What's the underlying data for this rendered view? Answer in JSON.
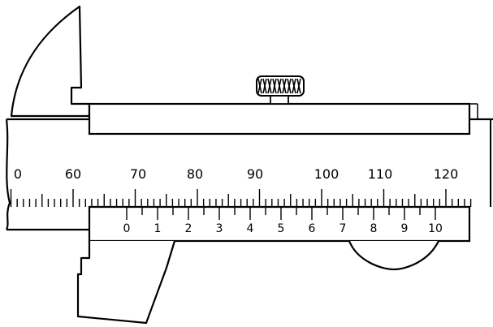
{
  "main_scale": {
    "labels": [
      "0",
      "60",
      "70",
      "80",
      "90",
      "100",
      "110",
      "120"
    ]
  },
  "vernier_scale": {
    "labels": [
      "0",
      "1",
      "2",
      "3",
      "4",
      "5",
      "6",
      "7",
      "8",
      "9",
      "10"
    ]
  },
  "colors": {
    "ink": "#000000",
    "paper": "#ffffff"
  }
}
